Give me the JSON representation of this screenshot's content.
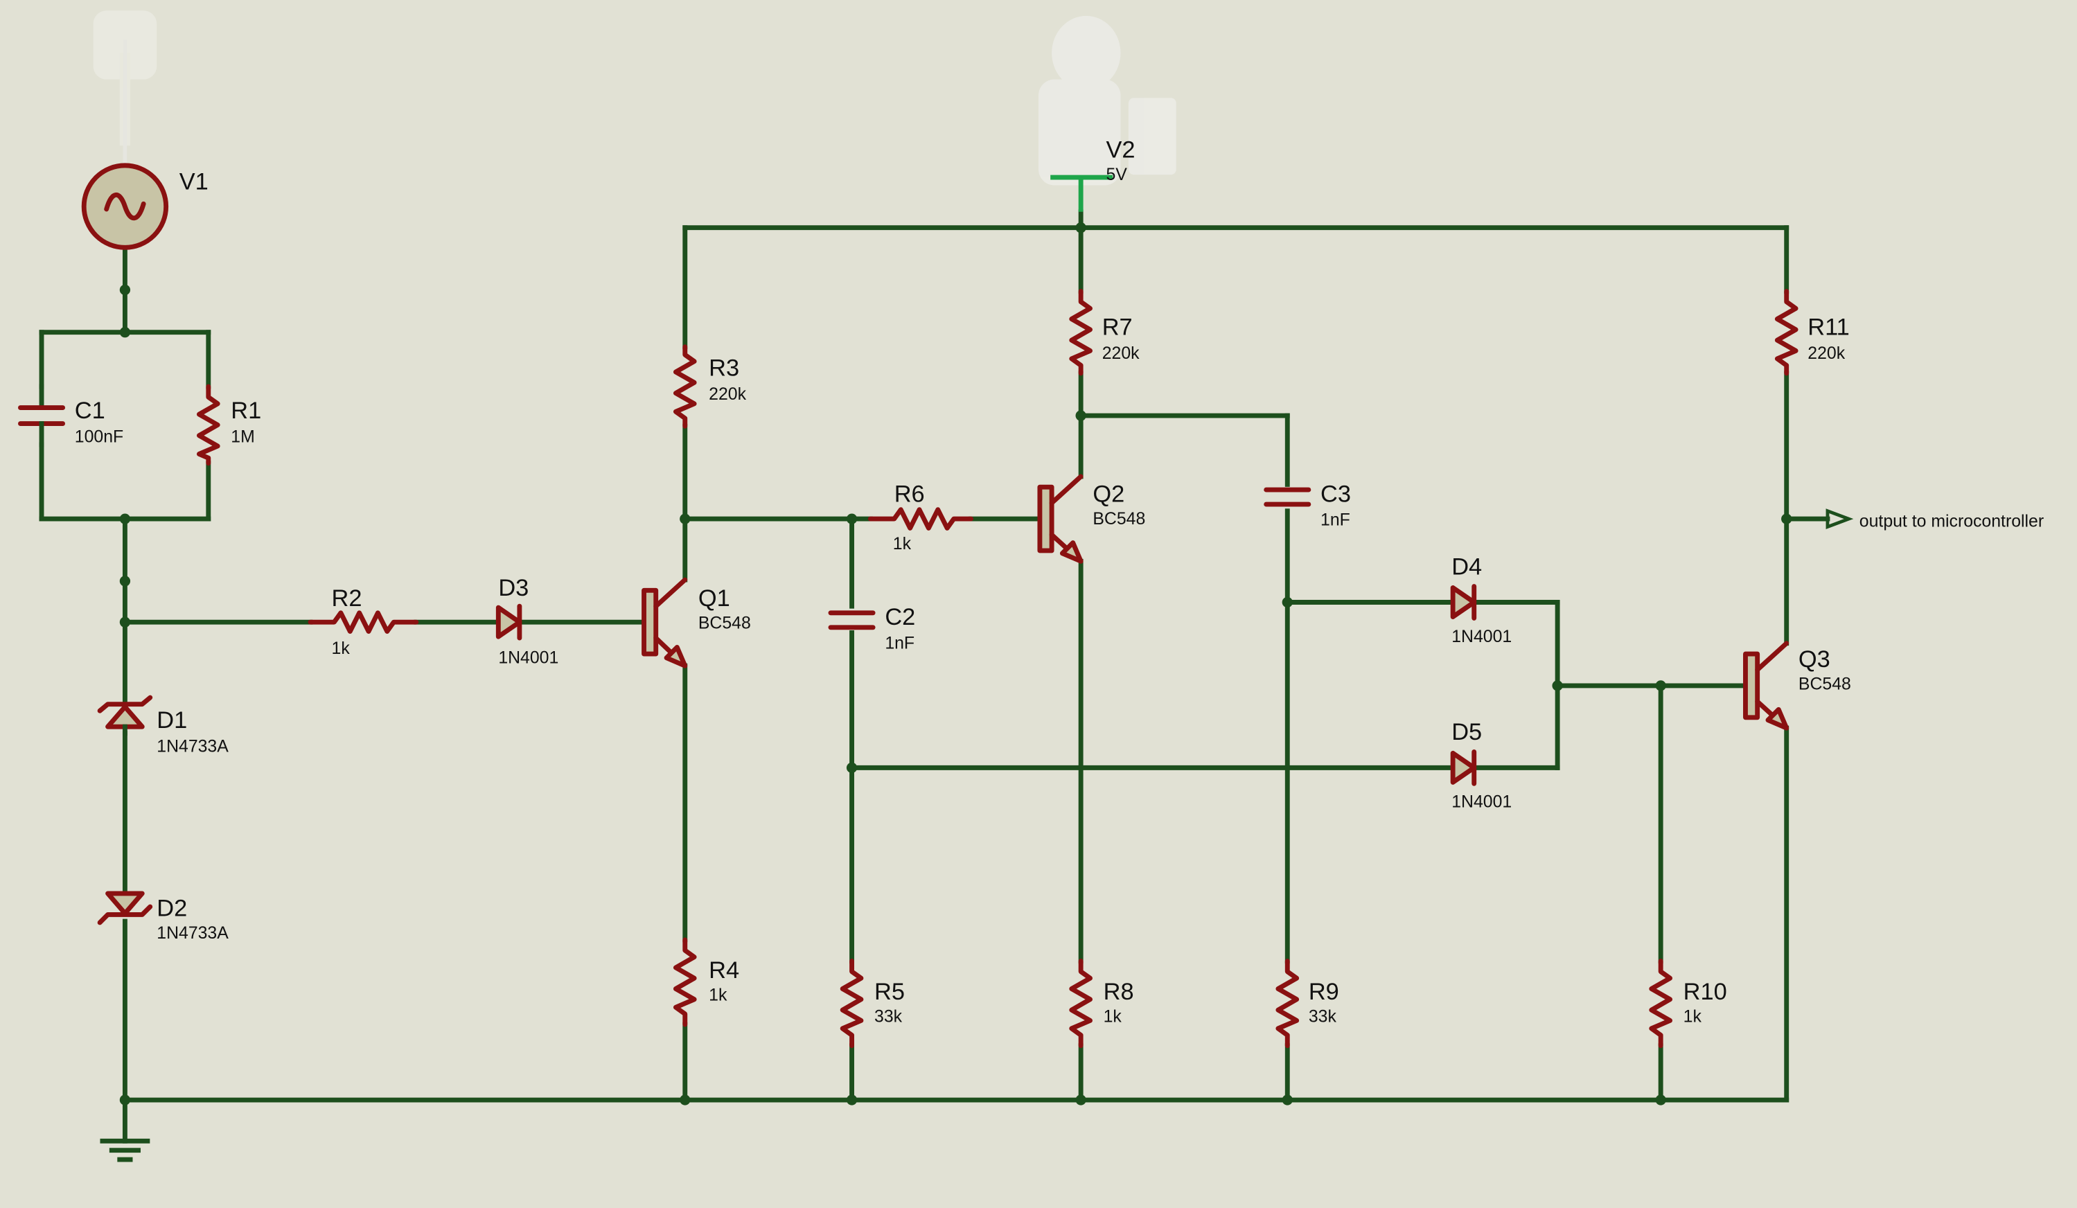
{
  "components": [
    {
      "id": "V1",
      "ref": "V1",
      "value": ""
    },
    {
      "id": "V2",
      "ref": "V2",
      "value": "5V"
    },
    {
      "id": "C1",
      "ref": "C1",
      "value": "100nF"
    },
    {
      "id": "R1",
      "ref": "R1",
      "value": "1M"
    },
    {
      "id": "R2",
      "ref": "R2",
      "value": "1k"
    },
    {
      "id": "D3",
      "ref": "D3",
      "value": "1N4001"
    },
    {
      "id": "Q1",
      "ref": "Q1",
      "value": "BC548"
    },
    {
      "id": "R3",
      "ref": "R3",
      "value": "220k"
    },
    {
      "id": "C2",
      "ref": "C2",
      "value": "1nF"
    },
    {
      "id": "R6",
      "ref": "R6",
      "value": "1k"
    },
    {
      "id": "Q2",
      "ref": "Q2",
      "value": "BC548"
    },
    {
      "id": "R7",
      "ref": "R7",
      "value": "220k"
    },
    {
      "id": "C3",
      "ref": "C3",
      "value": "1nF"
    },
    {
      "id": "D4",
      "ref": "D4",
      "value": "1N4001"
    },
    {
      "id": "D5",
      "ref": "D5",
      "value": "1N4001"
    },
    {
      "id": "Q3",
      "ref": "Q3",
      "value": "BC548"
    },
    {
      "id": "R11",
      "ref": "R11",
      "value": "220k"
    },
    {
      "id": "D1",
      "ref": "D1",
      "value": "1N4733A"
    },
    {
      "id": "D2",
      "ref": "D2",
      "value": "1N4733A"
    },
    {
      "id": "R4",
      "ref": "R4",
      "value": "1k"
    },
    {
      "id": "R5",
      "ref": "R5",
      "value": "33k"
    },
    {
      "id": "R8",
      "ref": "R8",
      "value": "1k"
    },
    {
      "id": "R9",
      "ref": "R9",
      "value": "33k"
    },
    {
      "id": "R10",
      "ref": "R10",
      "value": "1k"
    }
  ],
  "output_terminal": {
    "label": "output to microcontroller"
  },
  "colors": {
    "background": "#e1e1d4",
    "wire": "#1d4f1d",
    "component": "#8a1111",
    "component_fill": "#c8c4a6",
    "supply_pin": "#1ea54a"
  }
}
